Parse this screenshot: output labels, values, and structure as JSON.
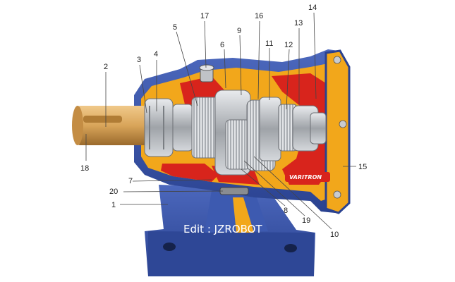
{
  "colors": {
    "housing_blue": "#3a55a8",
    "housing_blue_dark": "#233a80",
    "section_red": "#d8241c",
    "section_orange": "#f2a71b",
    "shaft_tan": "#d9a55a",
    "steel_gray": "#b9bcc0"
  },
  "brand_label": "VARITRON",
  "watermark": "Edit : JZROBOT",
  "callouts": [
    {
      "id": "1",
      "label": "1"
    },
    {
      "id": "2",
      "label": "2"
    },
    {
      "id": "3",
      "label": "3"
    },
    {
      "id": "4",
      "label": "4"
    },
    {
      "id": "5",
      "label": "5"
    },
    {
      "id": "6",
      "label": "6"
    },
    {
      "id": "7",
      "label": "7"
    },
    {
      "id": "8",
      "label": "8"
    },
    {
      "id": "9",
      "label": "9"
    },
    {
      "id": "10",
      "label": "10"
    },
    {
      "id": "11",
      "label": "11"
    },
    {
      "id": "12",
      "label": "12"
    },
    {
      "id": "13",
      "label": "13"
    },
    {
      "id": "14",
      "label": "14"
    },
    {
      "id": "15",
      "label": "15"
    },
    {
      "id": "16",
      "label": "16"
    },
    {
      "id": "17",
      "label": "17"
    },
    {
      "id": "18",
      "label": "18"
    },
    {
      "id": "19",
      "label": "19"
    },
    {
      "id": "20",
      "label": "20"
    }
  ]
}
